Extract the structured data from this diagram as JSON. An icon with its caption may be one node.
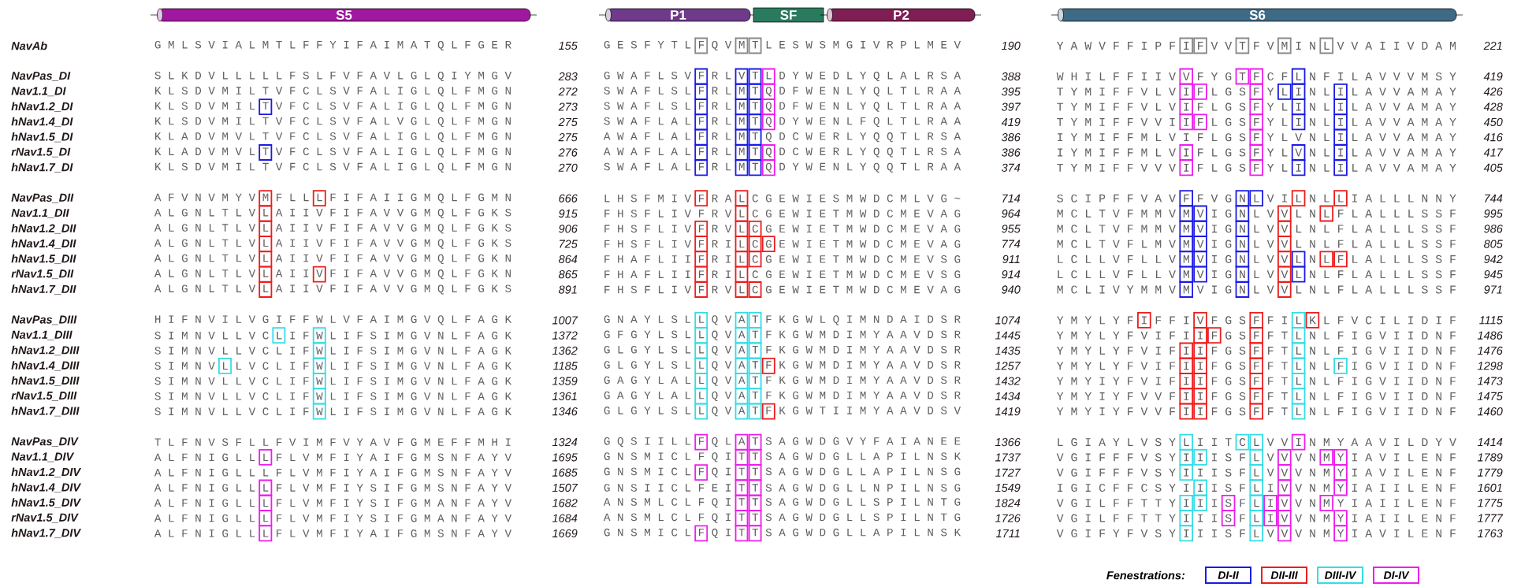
{
  "diagram": {
    "nodes": [
      {
        "text": [
          "S5"
        ]
      },
      {
        "text": [
          "P1"
        ]
      },
      {
        "text": [
          "SF"
        ]
      },
      {
        "text": [
          "P2"
        ]
      },
      {
        "text": [
          "S6"
        ]
      }
    ],
    "labels": [
      "NavAb",
      "G M L S V I A L M T L F F Y I F A I M A T Q L F G E R",
      "155",
      "G E S F Y T L F Q V M T L E S W S M G I V R P L M E V",
      "190",
      "Y A W V F F I P F I F V V T F V M I N L V V A I I V D A M",
      "221",
      "NavPas_DI",
      "S L K D V L L L L L F S L F V F A V L G L Q I Y M G V",
      "283",
      "G W A F L S V F R L V T L D Y W E D L Y Q L A L R S A",
      "388",
      "W H I L F F I I V V F Y G T F C F L N F I L A V V V M S Y",
      "419",
      "Nav1.1_DI",
      "K L S D V M I L T V F C L S V F A L I G L Q L F M G N",
      "272",
      "S W A F L S L F R L M T Q D F W E N L Y Q L T L R A A",
      "395",
      "T Y M I F F V L V I F L G S F Y L I N L I L A V V A M A Y",
      "426",
      "hNav1.2_DI",
      "K L S D V M I L T V F C L S V F A L I G L Q L F M G N",
      "273",
      "S W A F L S L F R L M T Q D F W E N L Y Q L T L R A A",
      "397",
      "T Y M I F F V L V I F L G S F Y L I N L I L A V V A M A Y",
      "428",
      "hNav1.4_DI",
      "K L S D V M I L T V F C L S V F A L V G L Q L F M G N",
      "275",
      "S W A F L A L F R L M T Q D Y W E N L F Q L T L R A A",
      "419",
      "T Y M I F F V V I I F L G S F Y L I N L I L A V V A M A Y",
      "450",
      "hNav1.5_DI",
      "K L A D V M V L T V F C L S V F A L I G L Q L F M G N",
      "275",
      "A W A F L A L F R L M T Q D C W E R L Y Q Q T L R S A",
      "386",
      "I Y M I F F M L V I F L G S F Y L V N L I L A V V A M A Y",
      "416",
      "rNav1.5_DI",
      "K L A D V M V L T V F C L S V F A L I G L Q L F M G N",
      "276",
      "A W A F L A L F R L M T Q D C W E R L Y Q Q T L R S A",
      "386",
      "I Y M I F F M L V I F L G S F Y L V N L I L A V V A M A Y",
      "417",
      "hNav1.7_DI",
      "K L S D V M I L T V F C L S V F A L I G L Q L F M G N",
      "270",
      "S W A F L A L F R L M T Q D Y W E N L Y Q Q T L R A A",
      "374",
      "T Y M I F F V V V I F L G S F Y L I N L I L A V V A M A Y",
      "405",
      "NavPas_DII",
      "A F V N V M Y V M F L L L F I F A I I G M Q L F G M N",
      "666",
      "L H S F M I V F R A L C G E W I E S M W D C M L V G ~",
      "714",
      "S C I P F F V A V F F V G N L V I L N L L I A L L L N N Y",
      "744",
      "Nav1.1_DII",
      "A L G N L T L V L A I I V F I F A V V G M Q L F G K S",
      "915",
      "F H S F L I V F R V L C G E W I E T M W D C M E V A G",
      "964",
      "M C L T V F M M V M V I G N L V V L N L F L A L L L S S F",
      "995",
      "hNav1.2_DII",
      "A L G N L T L V L A I I V F I F A V V G M Q L F G K S",
      "906",
      "F H S F L I V F R V L C G E W I E T M W D C M E V A G",
      "955",
      "M C L T V F M M V M V I G N L V V L N L F L A L L L S S F",
      "986",
      "hNav1.4_DII",
      "A L G N L T L V L A I I V F I F A V V G M Q L F G K S",
      "725",
      "F H S F L I V F R I L C G E W I E T M W D C M E V A G",
      "774",
      "M C L T V F L M V M V I G N L V V L N L F L A L L L S S F",
      "805",
      "hNav1.5_DII",
      "A L G N L T L V L A I I V F I F A V V G M Q L F G K N",
      "864",
      "F H A F L I I F R I L C G E W I E T M W D C M E V S G",
      "911",
      "L C L L V F L L V M V I G N L V V L N L F L A L L L S S F",
      "942",
      "rNav1.5_DII",
      "A L G N L T L V L A I I V F I F A V V G M Q L F G K N",
      "865",
      "F H A F L I I F R I L C G E W I E T M W D C M E V S G",
      "914",
      "L C L L V F L L V M V I G N L V V L N L F L A L L L S S F",
      "945",
      "hNav1.7_DII",
      "A L G N L T L V L A I I V F I F A V V G M Q L F G K S",
      "891",
      "F H S F L I V F R V L C G E W I E T M W D C M E V A G",
      "940",
      "M C L I V Y M M V M V I G N L V V L N L F L A L L L S S F",
      "971",
      "NavPas_DIII",
      "H I F N V I L V G I F F W L V F A I M G V Q L F A G K",
      "1007",
      "G N A Y L S L L Q V A T F K G W L Q I M N D A I D S R",
      "1074",
      "Y M Y L Y F I F F I V F G S F F I L K L F V C I L I D I F",
      "1115",
      "Nav1.1_DIII",
      "S I M N V L L V C L I F W L I F S I M G V N L F A G K",
      "1372",
      "G F G Y L S L L Q V A T F K G W M D I M Y A A V D S R",
      "1445",
      "Y M Y L Y F V I F I I F G S F F T L N L F I G V I I D N F",
      "1486",
      "hNav1.2_DIII",
      "S I M N V L L V C L I F W L I F S I M G V N L F A G K",
      "1362",
      "G L G Y L S L L Q V A T F K G W M D I M Y A A V D S R",
      "1435",
      "Y M Y L Y F V I F I I F G S F F T L N L F I G V I I D N F",
      "1476",
      "hNav1.4_DIII",
      "S I M N V L L V C L I F W L I F S I M G V N L F A G K",
      "1185",
      "G L G Y L S L L Q V A T F K G W M D I M Y A A V D S R",
      "1257",
      "Y M Y L Y F V I F I I F G S F F T L N L F I G V I I D N F",
      "1298",
      "hNav1.5_DIII",
      "S I M N V L L V C L I F W L I F S I M G V N L F A G K",
      "1359",
      "G A G Y L A L L Q V A T F K G W M D I M Y A A V D S R",
      "1432",
      "Y M Y I Y F V I F I I F G S F F T L N L F I G V I I D N F",
      "1473",
      "rNav1.5_DIII",
      "S I M N V L L V C L I F W L I F S I M G V N L F A G K",
      "1361",
      "G A G Y L A L L Q V A T F K G W M D I M Y A A V D S R",
      "1434",
      "Y M Y I Y F V V F I I F G S F F T L N L F I G V I I D N F",
      "1475",
      "hNav1.7_DIII",
      "S I M N V L L V C L I F W L I F S I M G V N L F A G K",
      "1346",
      "G L G Y L S L L Q V A T F K G W T I I M Y A A V D S V",
      "1419",
      "Y M Y I Y F V V F I I F G S F F T L N L F I G V I I D N F",
      "1460",
      "NavPas_DIV",
      "T L F N V S F L L F V I M F V Y A V F G M E F F M H I",
      "1324",
      "G Q S I I L L F Q L A T S A G W D G V Y F A I A N E E",
      "1366",
      "L G I A Y L V S Y L I I T C L V V I N M Y A A V I L D Y V",
      "1414",
      "Nav1.1_DIV",
      "A L F N I G L L L F L V M F I Y A I F G M S N F A Y V",
      "1695",
      "G N S M I C L F Q I T T S A G W D G L L A P I L N S K",
      "1737",
      "V G I F F F V S Y I I I S F L V V V N M Y I A V I L E N F",
      "1789",
      "hNav1.2_DIV",
      "A L F N I G L L L F L V M F I Y A I F G M S N F A Y V",
      "1685",
      "G N S M I C L F Q I T T S A G W D G L L A P I L N S G",
      "1727",
      "V G I F F F V S Y I I I S F L V V V N M Y I A V I L E N F",
      "1779",
      "hNav1.4_DIV",
      "A L F N I G L L L F L V M F I Y S I F G M S N F A Y V",
      "1507",
      "G N S I I C L F E I T T S A G W D G L L N P I L N S G",
      "1549",
      "I G I C F F C S Y I I I S F L I V V N M Y I A I I L E N F",
      "1601",
      "hNav1.5_DIV",
      "A L F N I G L L L F L V M F I Y S I F G M A N F A Y V",
      "1682",
      "A N S M L C L F Q I T T S A G W D G L L S P I L N T G",
      "1824",
      "V G I L F F T T Y I I I S F L I V V N M Y I A I I L E N F",
      "1775",
      "rNav1.5_DIV",
      "A L F N I G L L L F L V M F I Y S I F G M A N F A Y V",
      "1684",
      "A N S M L C L F Q I T T S A G W D G L L S P I L N T G",
      "1726",
      "V G I L F F T T Y I I I S F L I V V N M Y I A I I L E N F",
      "1777",
      "hNav1.7_DIV",
      "A L F N I G L L L F L V M F I Y A I F G M S N F A Y V",
      "1669",
      "G N S M I C L F Q I T T S A G W D G L L A P I L N S K",
      "1711",
      "V G I F Y F V S Y I I I S F L V V V N M Y I A V I L E N F",
      "1763",
      "Fenestrations:"
    ],
    "legend": [
      {
        "text": "DI-II",
        "color": "#1a1ae6"
      },
      {
        "text": "DII-III",
        "color": "#ee1c1c"
      },
      {
        "text": "DIII-IV",
        "color": "#33dde6"
      },
      {
        "text": "DI-IV",
        "color": "#ee1cee"
      }
    ]
  }
}
